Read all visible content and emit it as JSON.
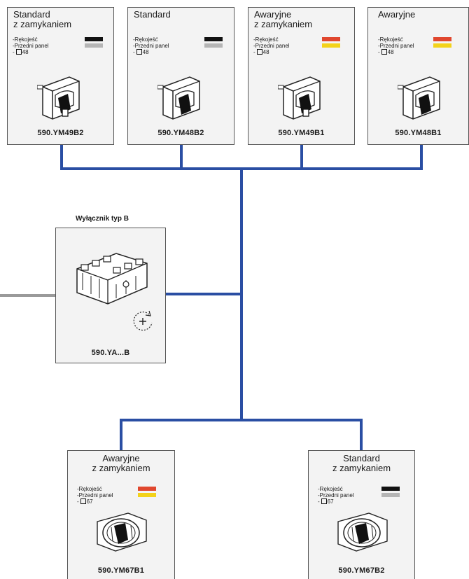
{
  "colors": {
    "connector": "#2a4ea3",
    "feed_line": "#9a9a9a",
    "black": "#111111",
    "grey": "#b5b5b5",
    "red": "#e0472e",
    "yellow": "#f3d21a"
  },
  "props": {
    "handle_label": "-Rękojeść",
    "panel_label": "-Przedni panel",
    "size_prefix": "-"
  },
  "top_cards": [
    {
      "title_1": "Standard",
      "title_2": "z zamykaniem",
      "size": "48",
      "handle_color": "black",
      "panel_color": "grey",
      "code": "590.YM49B2",
      "icon": "padlockable-handle-icon"
    },
    {
      "title_1": "Standard",
      "title_2": "",
      "size": "48",
      "handle_color": "black",
      "panel_color": "grey",
      "code": "590.YM48B2",
      "icon": "handle-icon"
    },
    {
      "title_1": "Awaryjne",
      "title_2": "z zamykaniem",
      "size": "48",
      "handle_color": "red",
      "panel_color": "yellow",
      "code": "590.YM49B1",
      "icon": "padlockable-handle-icon"
    },
    {
      "title_1": "Awaryjne",
      "title_2": "",
      "size": "48",
      "handle_color": "red",
      "panel_color": "yellow",
      "code": "590.YM48B1",
      "icon": "handle-icon"
    }
  ],
  "main": {
    "label": "Wyłącznik typ B",
    "code": "590.YA...B",
    "icon": "switch-disconnector-icon"
  },
  "bottom_cards": [
    {
      "title_1": "Awaryjne",
      "title_2": "z zamykaniem",
      "size": "67",
      "handle_color": "red",
      "panel_color": "yellow",
      "code": "590.YM67B1",
      "icon": "rotary-handle-icon"
    },
    {
      "title_1": "Standard",
      "title_2": "z zamykaniem",
      "size": "67",
      "handle_color": "black",
      "panel_color": "grey",
      "code": "590.YM67B2",
      "icon": "rotary-handle-icon"
    }
  ]
}
